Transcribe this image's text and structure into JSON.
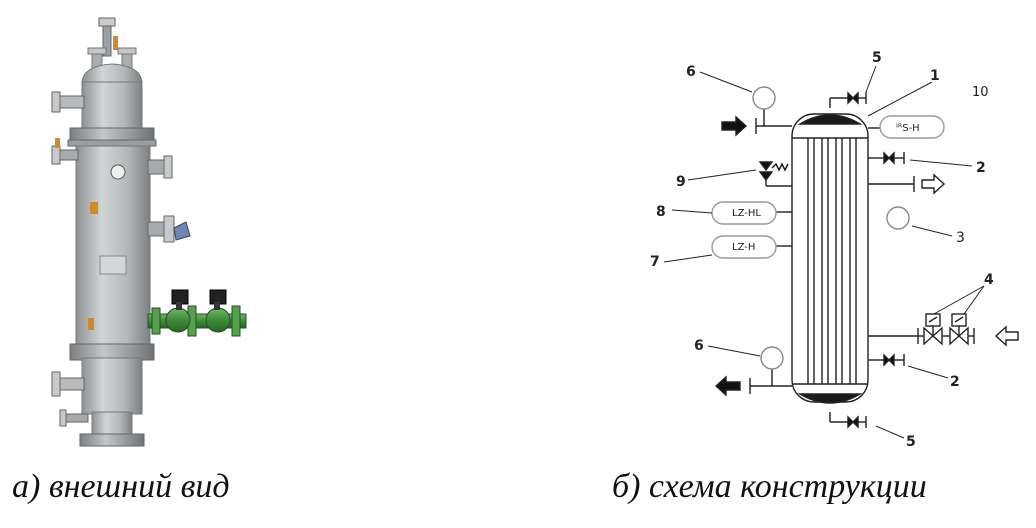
{
  "captions": {
    "external_view": "а) внешний вид",
    "construction_scheme": "б) схема конструкции"
  },
  "diagram": {
    "number_labels": {
      "n1": "1",
      "n2_upper": "2",
      "n2_lower": "2",
      "n3": "3",
      "n4": "4",
      "n5_top": "5",
      "n5_bottom": "5",
      "n6_top": "6",
      "n6_bottom": "6",
      "n7": "7",
      "n8": "8",
      "n9": "9",
      "n10": "10"
    },
    "instrument_labels": {
      "tag_top_right": "ᴵᴿS-H",
      "tag_8": "LZ-HL",
      "tag_7": "LZ-H"
    },
    "colors": {
      "line": "#222222",
      "vessel_cap": "#1a1a1a",
      "photo_steel": "#b9bcbd",
      "photo_valve_green": "#3f8a3a"
    }
  }
}
